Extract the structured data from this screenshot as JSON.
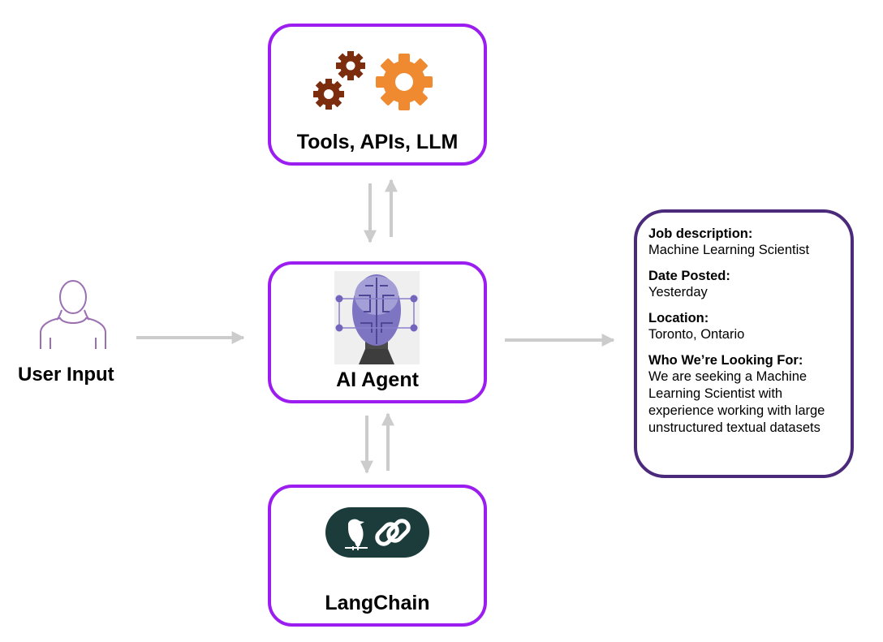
{
  "tools": {
    "label": "Tools, APIs, LLM",
    "icon": "gears-icon",
    "colors": {
      "dark": "#7b2d0e",
      "light": "#ef8a31"
    }
  },
  "agent": {
    "label": "AI Agent",
    "icon": "ai-head-icon"
  },
  "langchain": {
    "label": "LangChain",
    "icon": "langchain-logo"
  },
  "user": {
    "label": "User Input",
    "icon": "user-icon"
  },
  "job": {
    "fields": [
      {
        "label": "Job description:",
        "value": "Machine Learning Scientist"
      },
      {
        "label": "Date Posted:",
        "value": "Yesterday"
      },
      {
        "label": "Location:",
        "value": "Toronto, Ontario"
      },
      {
        "label": "Who We’re Looking For:",
        "value": "We are seeking a Machine Learning Scientist with experience working with large unstructured textual datasets"
      }
    ]
  },
  "colors": {
    "box_border": "#9b1df0",
    "card_border": "#4b2a7b",
    "arrow": "#cccccc",
    "user_icon": "#9b6fb0"
  }
}
